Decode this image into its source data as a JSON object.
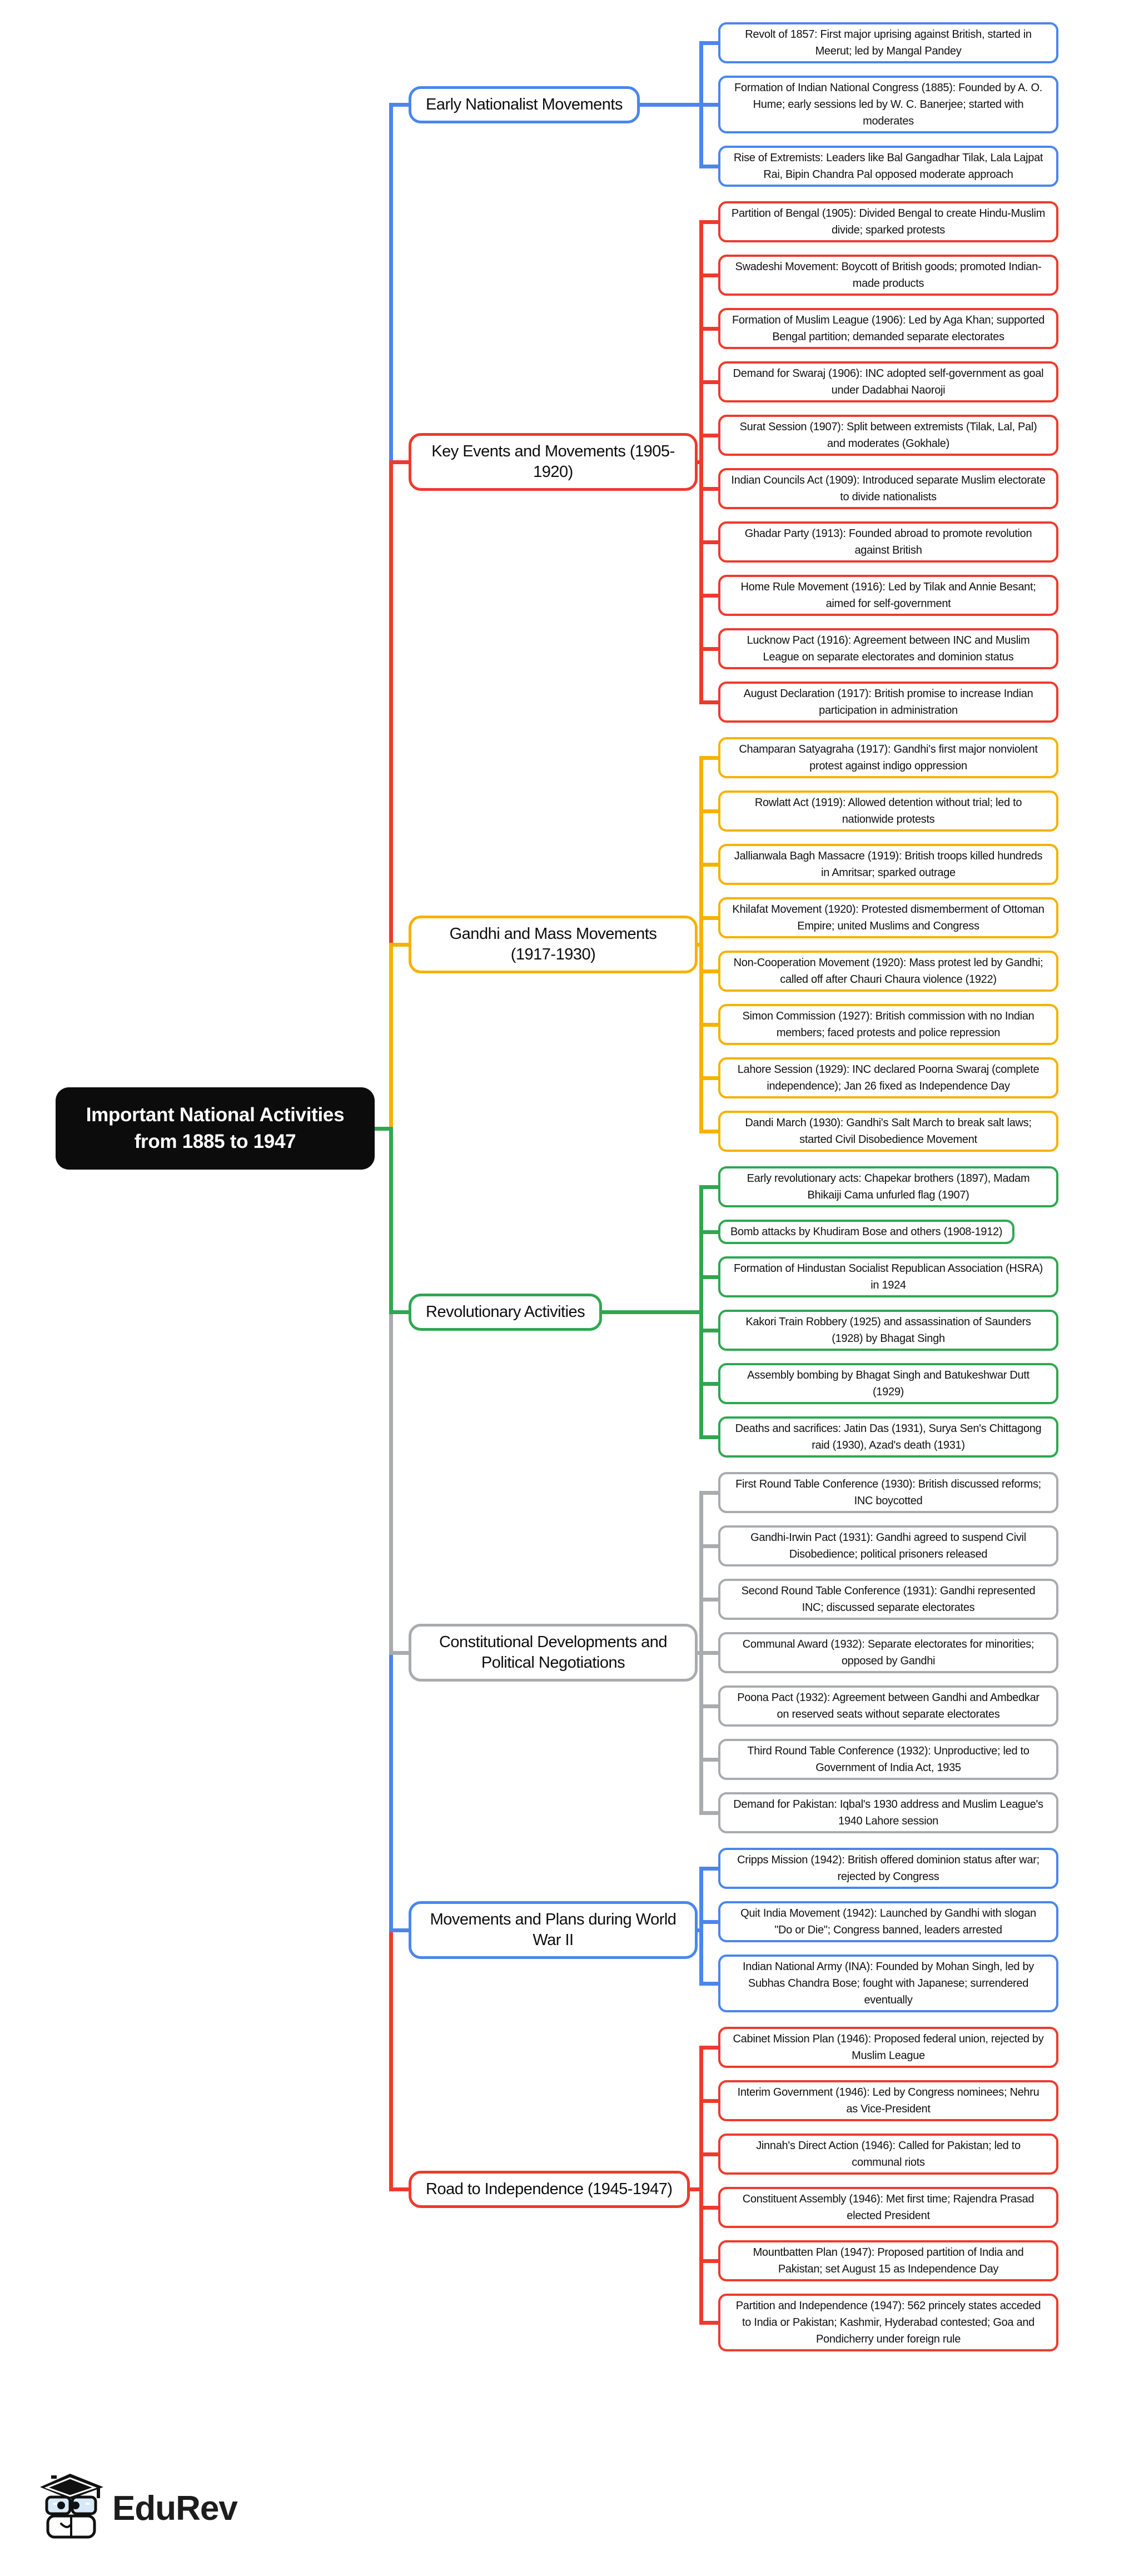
{
  "root": {
    "title": "Important National Activities from 1885 to 1947"
  },
  "colors": {
    "background": "#ffffff",
    "root_bg": "#0c0c0c",
    "root_text": "#ffffff",
    "blue": "#4a86ee",
    "red": "#ee3a2d",
    "yellow": "#f6b200",
    "green": "#2fa750",
    "gray": "#a9abae"
  },
  "branches": [
    {
      "label": "Early Nationalist Movements",
      "color": "#4a86ee",
      "children": [
        "Revolt of 1857: First major uprising against British, started in Meerut; led by Mangal Pandey",
        "Formation of Indian National Congress (1885): Founded by A. O. Hume; early sessions led by W. C. Banerjee; started with moderates",
        "Rise of Extremists: Leaders like Bal Gangadhar Tilak, Lala Lajpat Rai, Bipin Chandra Pal opposed moderate approach"
      ]
    },
    {
      "label": "Key Events and Movements (1905-1920)",
      "color": "#ee3a2d",
      "children": [
        "Partition of Bengal (1905): Divided Bengal to create Hindu-Muslim divide; sparked protests",
        "Swadeshi Movement: Boycott of British goods; promoted Indian-made products",
        "Formation of Muslim League (1906): Led by Aga Khan; supported Bengal partition; demanded separate electorates",
        "Demand for Swaraj (1906): INC adopted self-government as goal under Dadabhai Naoroji",
        "Surat Session (1907): Split between extremists (Tilak, Lal, Pal) and moderates (Gokhale)",
        "Indian Councils Act (1909): Introduced separate Muslim electorate to divide nationalists",
        "Ghadar Party (1913): Founded abroad to promote revolution against British",
        "Home Rule Movement (1916): Led by Tilak and Annie Besant; aimed for self-government",
        "Lucknow Pact (1916): Agreement between INC and Muslim League on separate electorates and dominion status",
        "August Declaration (1917): British promise to increase Indian participation in administration"
      ]
    },
    {
      "label": "Gandhi and Mass Movements (1917-1930)",
      "color": "#f6b200",
      "children": [
        "Champaran Satyagraha (1917): Gandhi's first major nonviolent protest against indigo oppression",
        "Rowlatt Act (1919): Allowed detention without trial; led to nationwide protests",
        "Jallianwala Bagh Massacre (1919): British troops killed hundreds in Amritsar; sparked outrage",
        "Khilafat Movement (1920): Protested dismemberment of Ottoman Empire; united Muslims and Congress",
        "Non-Cooperation Movement (1920): Mass protest led by Gandhi; called off after Chauri Chaura violence (1922)",
        "Simon Commission (1927): British commission with no Indian members; faced protests and police repression",
        "Lahore Session (1929): INC declared Poorna Swaraj (complete independence); Jan 26 fixed as Independence Day",
        "Dandi March (1930): Gandhi's Salt March to break salt laws; started Civil Disobedience Movement"
      ]
    },
    {
      "label": "Revolutionary Activities",
      "color": "#2fa750",
      "children": [
        "Early revolutionary acts: Chapekar brothers (1897), Madam Bhikaiji Cama unfurled flag (1907)",
        "Bomb attacks by Khudiram Bose and others (1908-1912)",
        "Formation of Hindustan Socialist Republican Association (HSRA) in 1924",
        "Kakori Train Robbery (1925) and assassination of Saunders (1928) by Bhagat Singh",
        "Assembly bombing by Bhagat Singh and Batukeshwar Dutt (1929)",
        "Deaths and sacrifices: Jatin Das (1931), Surya Sen's Chittagong raid (1930), Azad's death (1931)"
      ]
    },
    {
      "label": "Constitutional Developments and Political Negotiations",
      "color": "#a9abae",
      "children": [
        "First Round Table Conference (1930): British discussed reforms; INC boycotted",
        "Gandhi-Irwin Pact (1931): Gandhi agreed to suspend Civil Disobedience; political prisoners released",
        "Second Round Table Conference (1931): Gandhi represented INC; discussed separate electorates",
        "Communal Award (1932): Separate electorates for minorities; opposed by Gandhi",
        "Poona Pact (1932): Agreement between Gandhi and Ambedkar on reserved seats without separate electorates",
        "Third Round Table Conference (1932): Unproductive; led to Government of India Act, 1935",
        "Demand for Pakistan: Iqbal's 1930 address and Muslim League's 1940 Lahore session"
      ]
    },
    {
      "label": "Movements and Plans during World War II",
      "color": "#4a86ee",
      "children": [
        "Cripps Mission (1942): British offered dominion status after war; rejected by Congress",
        "Quit India Movement (1942): Launched by Gandhi with slogan \"Do or Die\"; Congress banned, leaders arrested",
        "Indian National Army (INA): Founded by Mohan Singh, led by Subhas Chandra Bose; fought with Japanese; surrendered eventually"
      ]
    },
    {
      "label": "Road to Independence (1945-1947)",
      "color": "#ee3a2d",
      "children": [
        "Cabinet Mission Plan (1946): Proposed federal union, rejected by Muslim League",
        "Interim Government (1946): Led by Congress nominees; Nehru as Vice-President",
        "Jinnah's Direct Action (1946): Called for Pakistan; led to communal riots",
        "Constituent Assembly (1946): Met first time; Rajendra Prasad elected President",
        "Mountbatten Plan (1947): Proposed partition of India and Pakistan; set August 15 as Independence Day",
        "Partition and Independence (1947): 562 princely states acceded to India or Pakistan; Kashmir, Hyderabad contested; Goa and Pondicherry under foreign rule"
      ]
    }
  ],
  "logo": {
    "text": "EduRev"
  }
}
